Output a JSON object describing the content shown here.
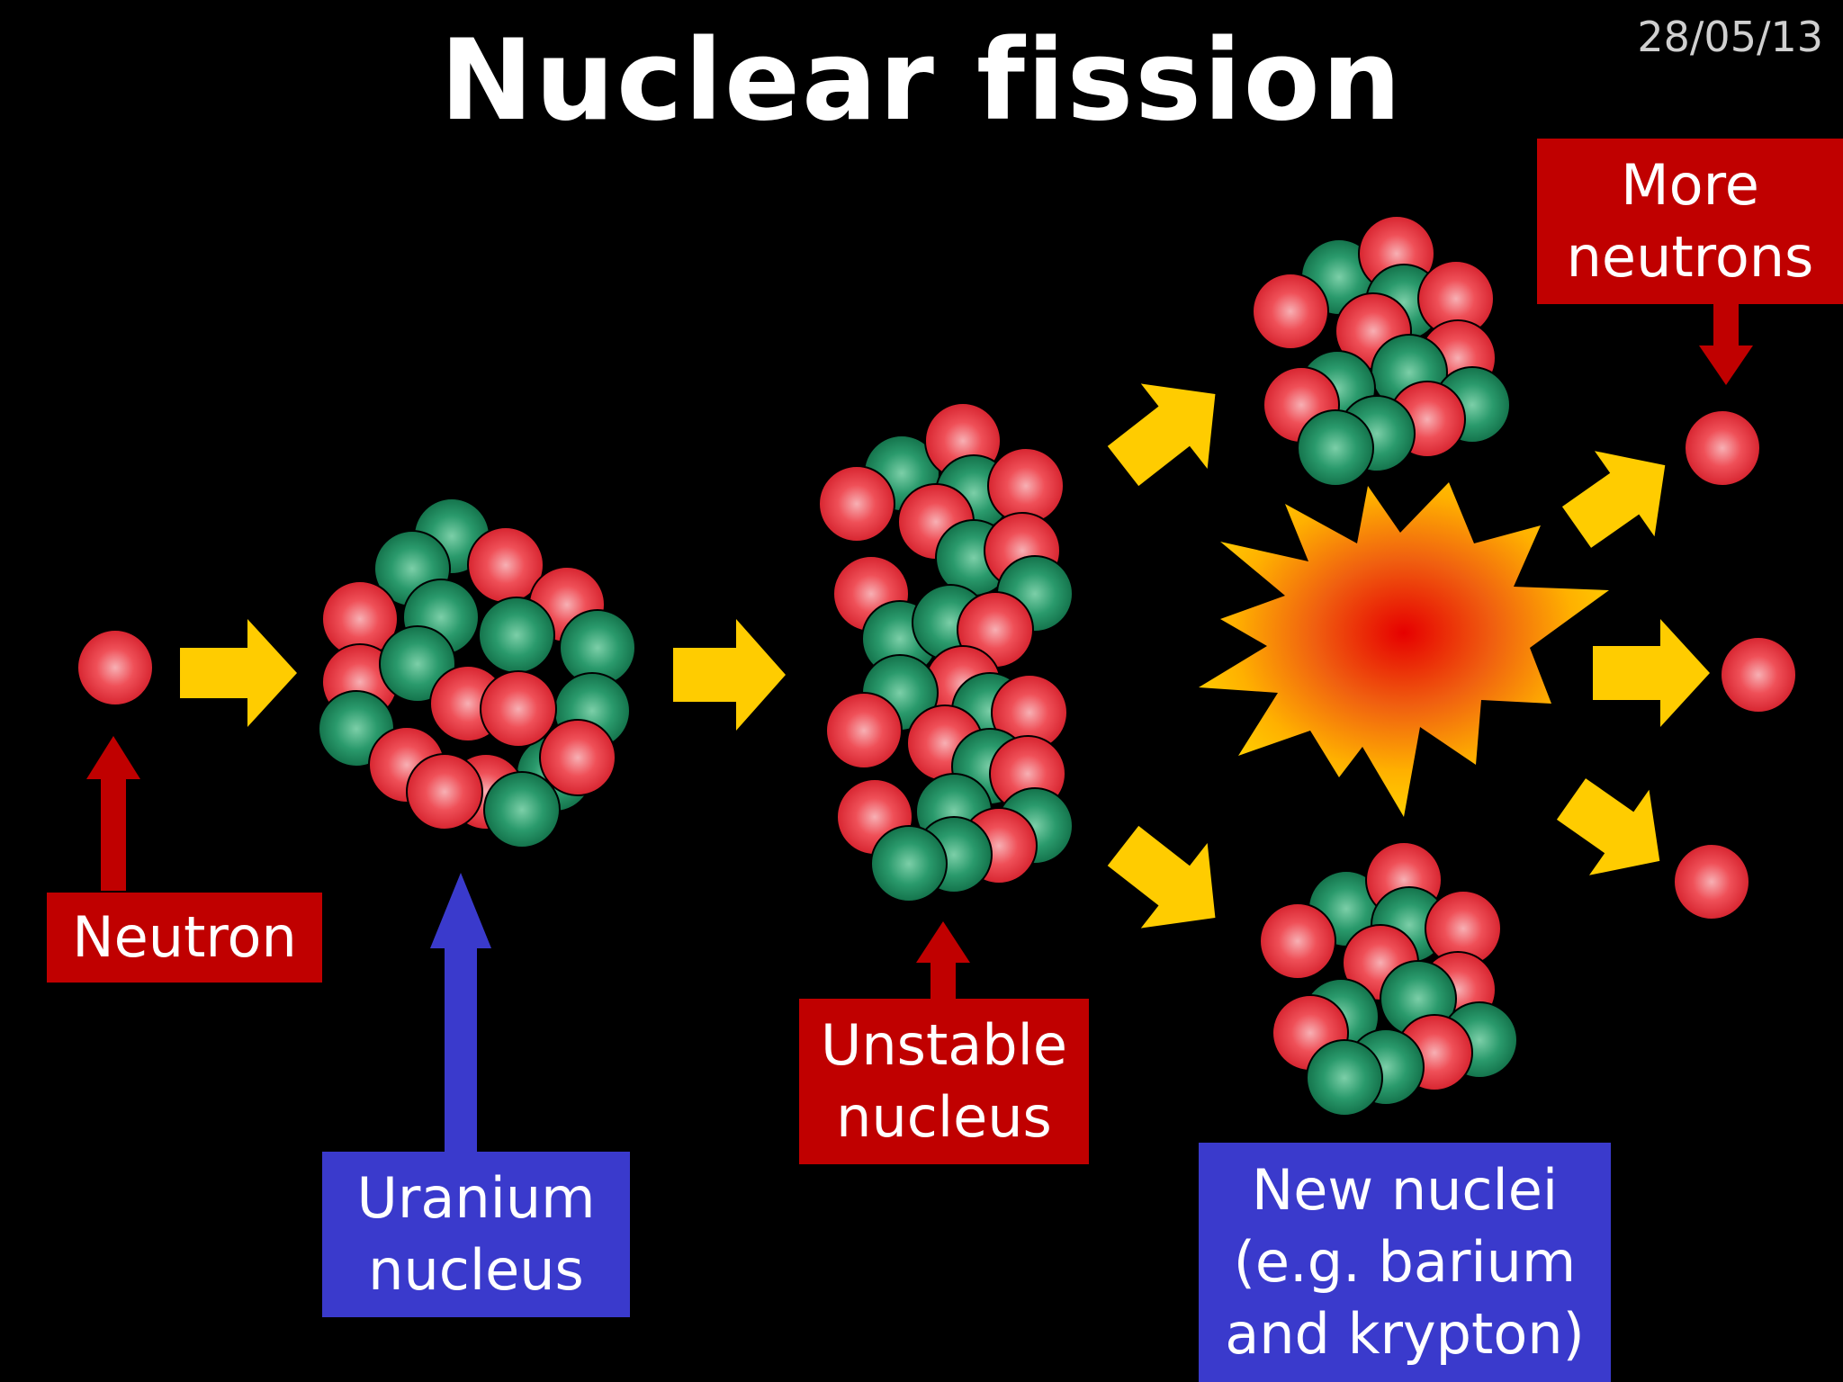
{
  "title": "Nuclear fission",
  "date": "28/05/13",
  "labels": {
    "neutron": "Neutron",
    "uranium_1": "Uranium",
    "uranium_2": "nucleus",
    "unstable_1": "Unstable",
    "unstable_2": "nucleus",
    "new_nuclei_1": "New nuclei",
    "new_nuclei_2": "(e.g. barium",
    "new_nuclei_3": "and krypton)",
    "more_neutrons_1": "More",
    "more_neutrons_2": "neutrons"
  },
  "colors": {
    "background": "#000000",
    "proton": "#e8303a",
    "neutron_particle": "#1f8a5e",
    "arrow_yellow": "#ffcc00",
    "pointer_red": "#c00000",
    "pointer_blue": "#3a3acc",
    "label_red": "#c00000",
    "label_blue": "#3a3acc"
  }
}
